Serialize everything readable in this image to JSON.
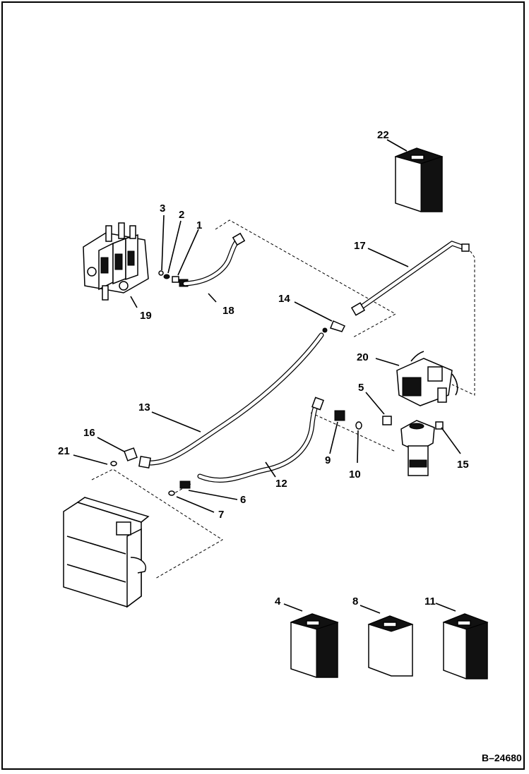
{
  "diagram": {
    "reference_number": "B–24680",
    "callouts": [
      {
        "id": "c1",
        "text": "1"
      },
      {
        "id": "c2",
        "text": "2"
      },
      {
        "id": "c3",
        "text": "3"
      },
      {
        "id": "c4",
        "text": "4"
      },
      {
        "id": "c5",
        "text": "5"
      },
      {
        "id": "c6",
        "text": "6"
      },
      {
        "id": "c7",
        "text": "7"
      },
      {
        "id": "c8",
        "text": "8"
      },
      {
        "id": "c9",
        "text": "9"
      },
      {
        "id": "c10",
        "text": "10"
      },
      {
        "id": "c11",
        "text": "11"
      },
      {
        "id": "c12",
        "text": "12"
      },
      {
        "id": "c13",
        "text": "13"
      },
      {
        "id": "c14",
        "text": "14"
      },
      {
        "id": "c15",
        "text": "15"
      },
      {
        "id": "c16",
        "text": "16"
      },
      {
        "id": "c17",
        "text": "17"
      },
      {
        "id": "c18",
        "text": "18"
      },
      {
        "id": "c19",
        "text": "19"
      },
      {
        "id": "c20",
        "text": "20"
      },
      {
        "id": "c21",
        "text": "21"
      },
      {
        "id": "c22",
        "text": "22"
      }
    ]
  }
}
